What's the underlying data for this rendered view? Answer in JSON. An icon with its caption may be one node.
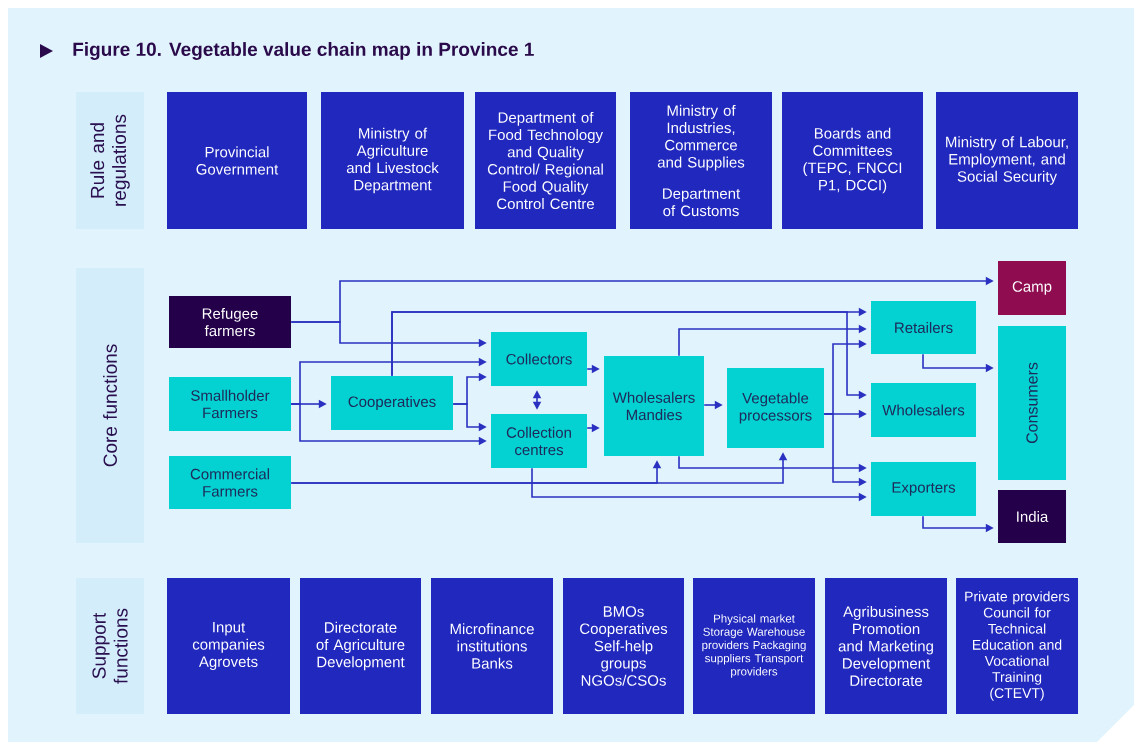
{
  "diagram": {
    "title": "Figure 10. Vegetable value chain map in Province 1",
    "nodes": [
      {
        "text": [
          "Rule and regulations"
        ]
      },
      {
        "text": [
          "Provincial Government"
        ]
      },
      {
        "text": [
          "Ministry of Agriculture and Livestock Department"
        ]
      },
      {
        "text": [
          "Department of Food Technology and Quality Control/ Regional Food Quality Control Centre"
        ]
      },
      {
        "text": [
          "Ministry of Industries, Commerce and Supplies",
          "Department of Customs"
        ]
      },
      {
        "text": [
          "Boards and Committees (TEPC, FNCCI P1, DCCI)"
        ]
      },
      {
        "text": [
          "Ministry of Labour, Employment, and Social Security"
        ]
      },
      {
        "text": [
          "Core functions"
        ]
      },
      {
        "text": [
          "Refugee farmers"
        ]
      },
      {
        "text": [
          "Smallholder Farmers"
        ]
      },
      {
        "text": [
          "Commercial Farmers"
        ]
      },
      {
        "text": [
          "Cooperatives"
        ]
      },
      {
        "text": [
          "Collectors"
        ]
      },
      {
        "text": [
          "Collection centres"
        ]
      },
      {
        "text": [
          "Wholesalers Mandies"
        ]
      },
      {
        "text": [
          "Vegetable processors"
        ]
      },
      {
        "text": [
          "Camp"
        ]
      },
      {
        "text": [
          "Retailers"
        ]
      },
      {
        "text": [
          "Wholesalers"
        ]
      },
      {
        "text": [
          "Exporters"
        ]
      },
      {
        "text": [
          "Consumers"
        ]
      },
      {
        "text": [
          "India"
        ]
      },
      {
        "text": [
          "Support functions"
        ]
      },
      {
        "text": [
          "Input companies Agrovets"
        ]
      },
      {
        "text": [
          "Directorate of Agriculture Development"
        ]
      },
      {
        "text": [
          "Microfinance institutions Banks"
        ]
      },
      {
        "text": [
          "BMOs Cooperatives Self-help groups NGOs/CSOs"
        ]
      },
      {
        "text": [
          "Physical market Storage Warehouse providers Packaging suppliers Transport providers"
        ]
      },
      {
        "text": [
          "Agribusiness Promotion and Marketing Development Directorate"
        ]
      },
      {
        "text": [
          "Private providers Council for Technical Education and Vocational Training (CTEVT)"
        ]
      }
    ],
    "edges": [
      {
        "from": 8,
        "to": 16,
        "arrow": "to"
      },
      {
        "from": 8,
        "to": 12,
        "arrow": "to"
      },
      {
        "from": 9,
        "to": 12,
        "arrow": "to"
      },
      {
        "from": 9,
        "to": 11,
        "arrow": "to"
      },
      {
        "from": 9,
        "to": 13,
        "arrow": "to"
      },
      {
        "from": 11,
        "to": 17,
        "arrow": "to"
      },
      {
        "from": 11,
        "to": 18,
        "arrow": "to"
      },
      {
        "from": 11,
        "to": 12,
        "arrow": "to"
      },
      {
        "from": 11,
        "to": 13,
        "arrow": "to"
      },
      {
        "from": 12,
        "to": 13,
        "arrow": "both"
      },
      {
        "from": 12,
        "to": 14,
        "arrow": "to"
      },
      {
        "from": 13,
        "to": 14,
        "arrow": "to"
      },
      {
        "from": 14,
        "to": 15,
        "arrow": "to"
      },
      {
        "from": 14,
        "to": 17,
        "arrow": "to"
      },
      {
        "from": 14,
        "to": 19,
        "arrow": "to"
      },
      {
        "from": 15,
        "to": 17,
        "arrow": "to"
      },
      {
        "from": 15,
        "to": 18,
        "arrow": "to"
      },
      {
        "from": 15,
        "to": 19,
        "arrow": "to"
      },
      {
        "from": 10,
        "to": 14,
        "arrow": "to"
      },
      {
        "from": 10,
        "to": 15,
        "arrow": "to"
      },
      {
        "from": 13,
        "to": 19,
        "arrow": "to"
      },
      {
        "from": 17,
        "to": 20,
        "arrow": "to"
      },
      {
        "from": 19,
        "to": 21,
        "arrow": "to"
      }
    ]
  }
}
